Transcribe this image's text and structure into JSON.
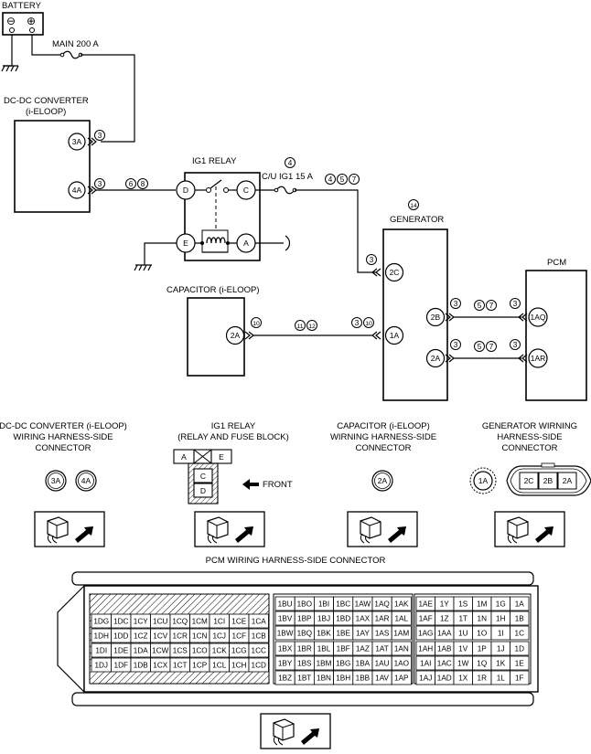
{
  "labels": {
    "battery": "BATTERY",
    "main_fuse": "MAIN 200 A",
    "dcdc_line1": "DC-DC CONVERTER",
    "dcdc_line2": "(i-ELOOP)",
    "ig1_relay": "IG1 RELAY",
    "cu_ig1_fuse": "C/U IG1 15 A",
    "generator": "GENERATOR",
    "pcm": "PCM",
    "capacitor": "CAPACITOR (i-ELOOP)"
  },
  "battery_terminals": [
    "⊖",
    "⊕"
  ],
  "relay_pins": [
    "D",
    "C",
    "E",
    "A"
  ],
  "terminals": {
    "dcdc_3a": "3A",
    "dcdc_4a": "4A",
    "gen_2c": "2C",
    "gen_1a": "1A",
    "gen_2b": "2B",
    "gen_2a": "2A",
    "cap_2a": "2A",
    "pcm_1aq": "1AQ",
    "pcm_1ar": "1AR"
  },
  "circuit_numbers": {
    "dcdc_3a": [
      "3"
    ],
    "dcdc_4a_a": [
      "3"
    ],
    "dcdc_4a_b": [
      "6",
      "8"
    ],
    "fuse_top": [
      "4"
    ],
    "fuse_right": [
      "4",
      "5",
      "7"
    ],
    "generator": [
      "14"
    ],
    "gen_2c": [
      "3"
    ],
    "cap_a": [
      "10"
    ],
    "cap_b": [
      "11",
      "12"
    ],
    "gen_1a": [
      "3",
      "10"
    ],
    "gen_2b_a": [
      "3"
    ],
    "gen_2b_b": [
      "5",
      "7"
    ],
    "pcm_1aq": [
      "3"
    ],
    "gen_2a_a": [
      "3"
    ],
    "gen_2a_b": [
      "5",
      "7"
    ],
    "pcm_1ar": [
      "3"
    ]
  },
  "connector_captions": {
    "dcdc": [
      "DC-DC CONVERTER (i-ELOOP)",
      "WIRING HARNESS-SIDE",
      "CONNECTOR"
    ],
    "ig1": [
      "IG1 RELAY",
      "(RELAY AND FUSE BLOCK)"
    ],
    "capacitor": [
      "CAPACITOR (i-ELOOP)",
      "WIRNING HARNESS-SIDE",
      "CONNECTOR"
    ],
    "generator": [
      "GENERATOR WIRNING",
      "HARNESS-SIDE",
      "CONNECTOR"
    ]
  },
  "connector_pins": {
    "dcdc": [
      "3A",
      "4A"
    ],
    "ig1_top": [
      "A",
      "E"
    ],
    "ig1_bottom": [
      "C",
      "D"
    ],
    "front": "FRONT",
    "capacitor": [
      "2A"
    ],
    "generator_single": "1A",
    "generator_multi": [
      "2C",
      "2B",
      "2A"
    ]
  },
  "pcm_connector": {
    "title": "PCM WIRING HARNESS-SIDE CONNECTOR",
    "left_rows": [
      [
        "1DG",
        "1DC",
        "1CY",
        "1CU",
        "1CQ",
        "1CM",
        "1CI",
        "1CE",
        "1CA"
      ],
      [
        "1DH",
        "1DD",
        "1CZ",
        "1CV",
        "1CR",
        "1CN",
        "1CJ",
        "1CF",
        "1CB"
      ],
      [
        "1DI",
        "1DE",
        "1DA",
        "1CW",
        "1CS",
        "1CO",
        "1CK",
        "1CG",
        "1CC"
      ],
      [
        "1DJ",
        "1DF",
        "1DB",
        "1CX",
        "1CT",
        "1CP",
        "1CL",
        "1CH",
        "1CD"
      ]
    ],
    "mid_rows": [
      [
        "1BU",
        "1BO",
        "1BI",
        "1BC",
        "1AW",
        "1AQ",
        "1AK"
      ],
      [
        "1BV",
        "1BP",
        "1BJ",
        "1BD",
        "1AX",
        "1AR",
        "1AL"
      ],
      [
        "1BW",
        "1BQ",
        "1BK",
        "1BE",
        "1AY",
        "1AS",
        "1AM"
      ],
      [
        "1BX",
        "1BR",
        "1BL",
        "1BF",
        "1AZ",
        "1AT",
        "1AN"
      ],
      [
        "1BY",
        "1BS",
        "1BM",
        "1BG",
        "1BA",
        "1AU",
        "1AO"
      ],
      [
        "1BZ",
        "1BT",
        "1BN",
        "1BH",
        "1BB",
        "1AV",
        "1AP"
      ]
    ],
    "right_rows": [
      [
        "1AE",
        "1Y",
        "1S",
        "1M",
        "1G",
        "1A"
      ],
      [
        "1AF",
        "1Z",
        "1T",
        "1N",
        "1H",
        "1B"
      ],
      [
        "1AG",
        "1AA",
        "1U",
        "1O",
        "1I",
        "1C"
      ],
      [
        "1AH",
        "1AB",
        "1V",
        "1P",
        "1J",
        "1D"
      ],
      [
        "1AI",
        "1AC",
        "1W",
        "1Q",
        "1K",
        "1E"
      ],
      [
        "1AJ",
        "1AD",
        "1X",
        "1R",
        "1L",
        "1F"
      ]
    ]
  }
}
